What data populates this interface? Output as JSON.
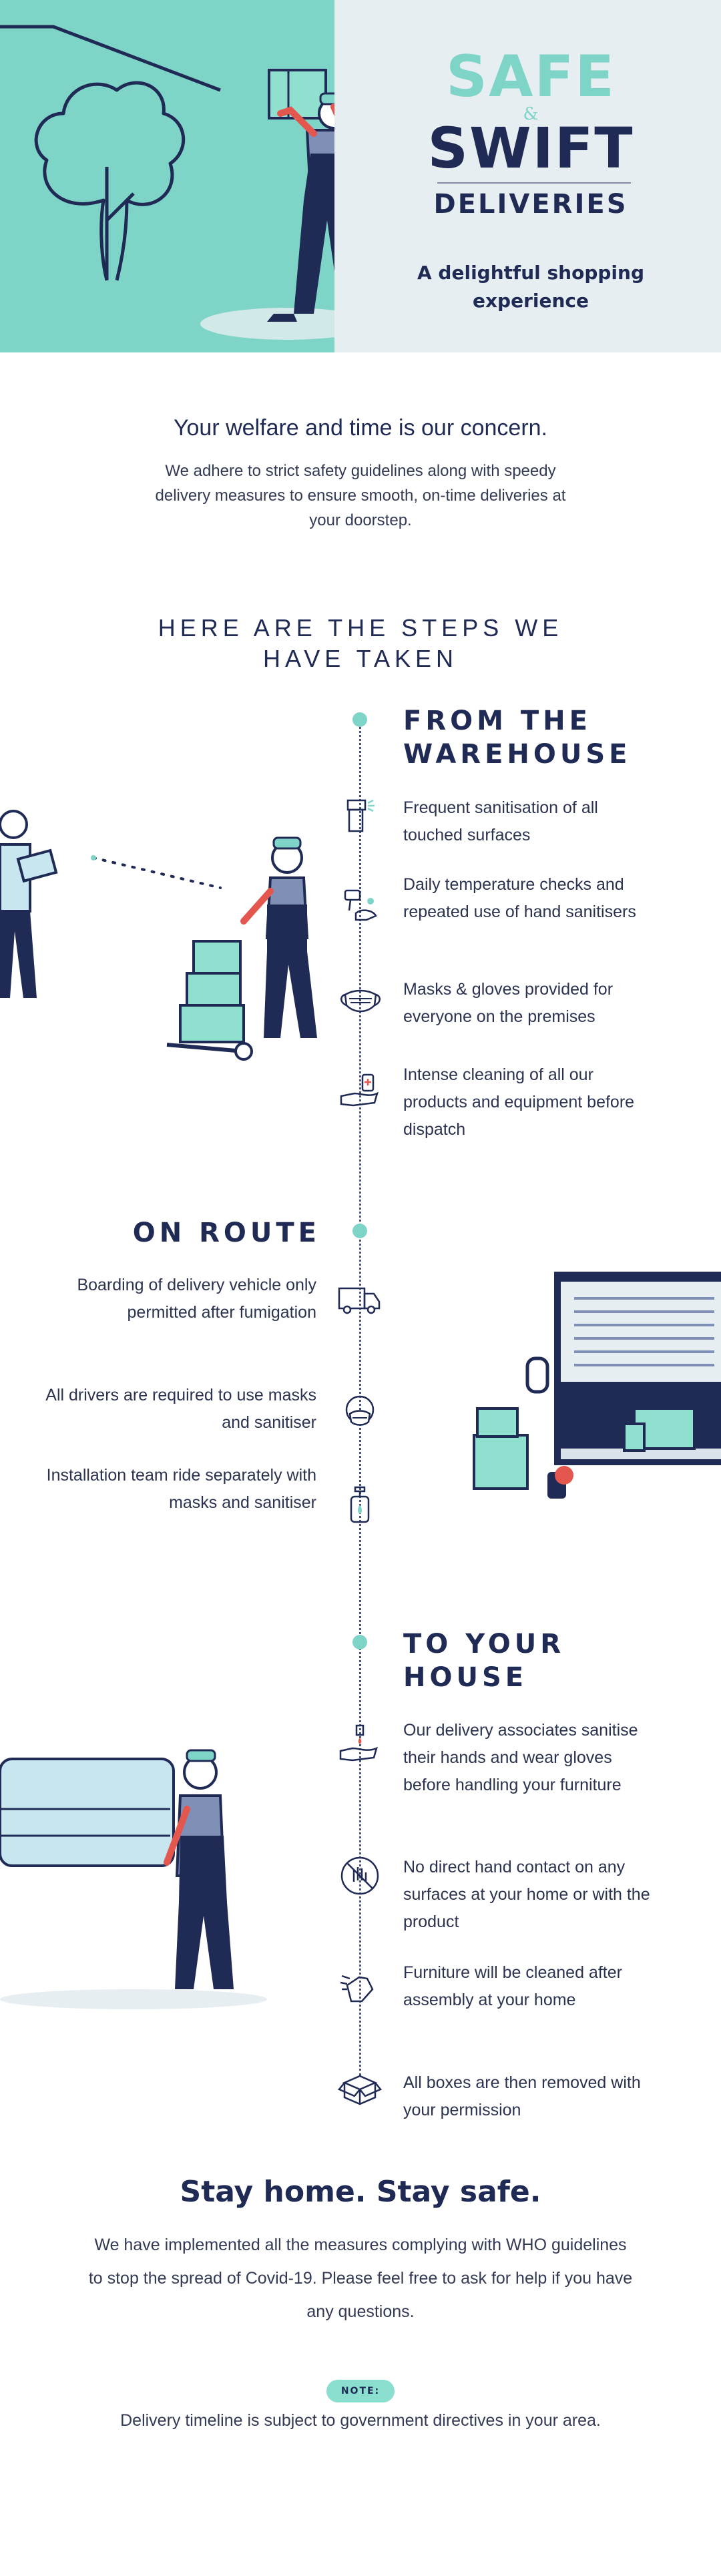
{
  "hero": {
    "title_1": "SAFE",
    "ampersand": "&",
    "title_2": "SWIFT",
    "title_3": "DELIVERIES",
    "subtitle": "A delightful shopping experience"
  },
  "intro": {
    "heading": "Your welfare and time is our concern.",
    "body": "We adhere to strict safety guidelines along with speedy delivery measures to ensure smooth, on-time deliveries at your doorstep."
  },
  "steps_heading": "HERE ARE THE STEPS WE HAVE TAKEN",
  "sections": {
    "warehouse": {
      "title_1": "FROM THE",
      "title_2": "WAREHOUSE",
      "items": [
        {
          "text": "Frequent sanitisation of all touched surfaces",
          "icon": "spray-bottle-icon"
        },
        {
          "text": "Daily temperature checks and repeated use of hand sanitisers",
          "icon": "thermometer-hand-icon"
        },
        {
          "text": "Masks & gloves provided for everyone on the premises",
          "icon": "face-mask-icon"
        },
        {
          "text": "Intense cleaning of all our products and equipment before dispatch",
          "icon": "hand-sanitiser-icon"
        }
      ]
    },
    "route": {
      "title": "ON ROUTE",
      "items": [
        {
          "text": "Boarding of delivery vehicle only permitted after fumigation",
          "icon": "truck-icon"
        },
        {
          "text": "All drivers are required to use masks and sanitiser",
          "icon": "masked-person-icon"
        },
        {
          "text": "Installation team ride separately with masks and sanitiser",
          "icon": "sanitiser-bottle-icon"
        }
      ]
    },
    "house": {
      "title_1": "TO YOUR",
      "title_2": "HOUSE",
      "items": [
        {
          "text": "Our delivery associates sanitise their hands and wear gloves before handling your furniture",
          "icon": "sanitise-hand-icon"
        },
        {
          "text": "No direct hand contact on any surfaces at your home or with the product",
          "icon": "no-touch-icon"
        },
        {
          "text": "Furniture will be cleaned after assembly at your home",
          "icon": "cleaning-hand-icon"
        },
        {
          "text": "All boxes are then removed with your permission",
          "icon": "open-box-icon"
        }
      ]
    }
  },
  "footer": {
    "heading": "Stay home. Stay safe.",
    "body": "We have implemented all the measures complying with WHO guidelines to stop the spread of Covid-19. Please feel free to ask for help if you have any questions.",
    "note_label": "NOTE:",
    "note_text": "Delivery timeline is subject to government directives in your area."
  },
  "colors": {
    "navy": "#1f2a55",
    "mint": "#7fd4c8",
    "light_blue": "#c8e6ef",
    "hero_bg": "#e7eef1"
  }
}
